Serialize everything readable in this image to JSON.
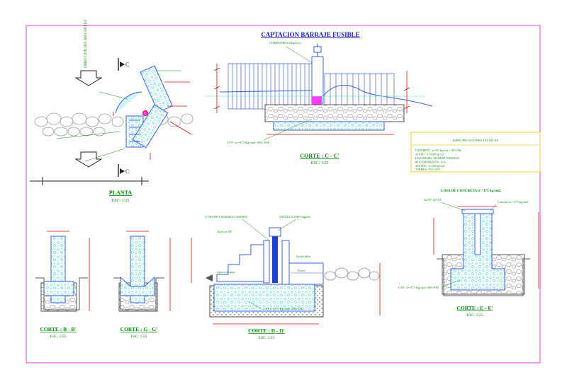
{
  "colors": {
    "frame": "#e040e0",
    "structure": "#3a5ee8",
    "concrete": "#6fe6ea",
    "stone": "#b8b8b8",
    "ground": "#555555",
    "dim": "#d01010",
    "text_green": "#0a8a0a",
    "title_blue": "#1a1ad0",
    "pipe": "#1c3fd6",
    "fill_magenta": "#ff3cff",
    "spec_border": "#f0d020"
  },
  "title": "CAPTACION BARRAJE FUSIBLE",
  "views": {
    "planta": {
      "title": "PLANTA",
      "scale": "ESC: 1/25",
      "river": "DIRECCION DEL RIACHUELO"
    },
    "c": {
      "title": "CORTE : C - C'",
      "scale": "ESC: 1/25",
      "marker": "C"
    },
    "b": {
      "title": "CORTE : B - B'",
      "scale": "ESC: 1/25"
    },
    "g": {
      "title": "CORTE : G - G'",
      "scale": "ESC: 1/25"
    },
    "d": {
      "title": "CORTE : D - D'",
      "scale": "ESC: 1/25"
    },
    "e": {
      "title": "CORTE : E - E'",
      "scale": "ESC: 1/25"
    }
  },
  "labels": {
    "compuerta": "COMPUERTA (Ingreso)",
    "cyp_c": "CYP , fc=175 Kg/cm2+30% P.M.",
    "losa_c": "LOSA DE CONCRETA  fc'=175 kg/cm2",
    "fe": "3ø3/8\" @0.15",
    "concreto": "Concreto fc=175 kg/cm2",
    "cyp_e": "CYP , fc=175 Kg/cm2+30% P.M.",
    "losa_d": "LOSA DE ENTRADA CAMARA",
    "valvula": "VALVULA TIPO Ingreso",
    "acero": "Acero ø 3/8\"",
    "grava": "Grava filtro",
    "cyp_d": "CYP fc=175 Kg/cm2+30% P.M.",
    "fierro": "Fierro",
    "ingreso": "ingreso de agua"
  },
  "specs": {
    "title": "ESPECIFICACIONES TECNICAS",
    "rows": [
      "CONCRETO :  fc=175 kg/cm2 + 30% P.M.",
      "ACERO :  fy=4200 kg/cm2",
      "ENCOFRADO :  MADERA TORNILLO",
      "RECUBRIMIENTOS :  4cm",
      "SOLADO :  fc=100 kg/cm2",
      "TUBERIA :  PVC SAP"
    ]
  }
}
